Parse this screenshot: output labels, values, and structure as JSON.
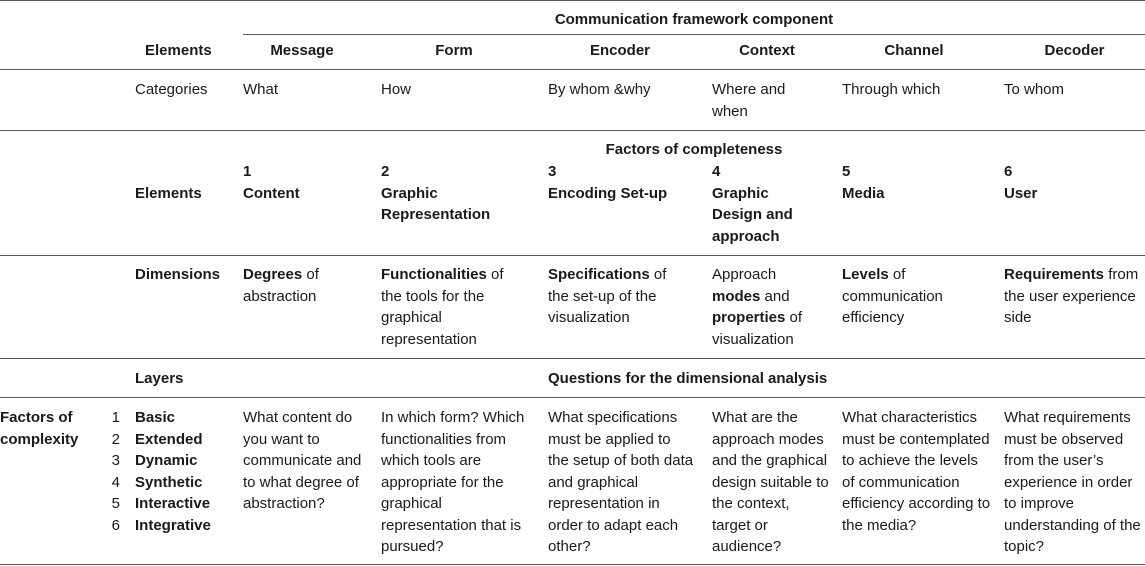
{
  "header": {
    "group_title": "Communication framework component",
    "elements_label": "Elements",
    "components": [
      "Message",
      "Form",
      "Encoder",
      "Context",
      "Channel",
      "Decoder"
    ]
  },
  "categories": {
    "label": "Categories",
    "values": [
      "What",
      "How",
      "By whom &why",
      "Where and when",
      "Through which",
      "To whom"
    ]
  },
  "completeness": {
    "title": "Factors of completeness",
    "label": "Elements",
    "factors": [
      {
        "num": "1",
        "name": "Content"
      },
      {
        "num": "2",
        "name": "Graphic Representation"
      },
      {
        "num": "3",
        "name": "Encoding Set-up"
      },
      {
        "num": "4",
        "name": "Graphic Design and approach"
      },
      {
        "num": "5",
        "name": "Media"
      },
      {
        "num": "6",
        "name": "User"
      }
    ]
  },
  "dimensions": {
    "label": "Dimensions",
    "cells": [
      {
        "pre": "",
        "bold": "Degrees",
        "post": " of abstraction"
      },
      {
        "pre": "",
        "bold": "Functionalities",
        "post": " of the tools for the graphical representation"
      },
      {
        "pre": "",
        "bold": "Specifications",
        "post": " of the set-up of the visualization"
      },
      {
        "pre": "Approach ",
        "bold": "modes",
        "mid": " and ",
        "bold2": "properties",
        "post": " of visualization"
      },
      {
        "pre": "",
        "bold": "Levels",
        "post": " of communication efficiency"
      },
      {
        "pre": "",
        "bold": "Requirements",
        "post": " from the user experience side"
      }
    ]
  },
  "layers": {
    "label": "Layers",
    "questions_title": "Questions for the dimensional analysis"
  },
  "complexity": {
    "label_line1": "Factors of",
    "label_line2": "complexity",
    "levels": [
      {
        "num": "1",
        "name": "Basic"
      },
      {
        "num": "2",
        "name": "Extended"
      },
      {
        "num": "3",
        "name": "Dynamic"
      },
      {
        "num": "4",
        "name": "Synthetic"
      },
      {
        "num": "5",
        "name": "Interactive"
      },
      {
        "num": "6",
        "name": "Integrative"
      }
    ],
    "questions": [
      "What content do you want to communicate and to what degree of abstraction?",
      "In which form? Which functionalities from which tools are appropriate for the graphical representation that is pursued?",
      "What specifications must be applied to the setup of both data and graphical representation in order to adapt each other?",
      "What are the approach modes and the graphical design suitable to the context, target or audience?",
      "What characteristics must be contemplated to achieve the levels of communication efficiency according to the media?",
      "What requirements must be observed from the user’s experience in order to improve understanding of the topic?"
    ]
  }
}
